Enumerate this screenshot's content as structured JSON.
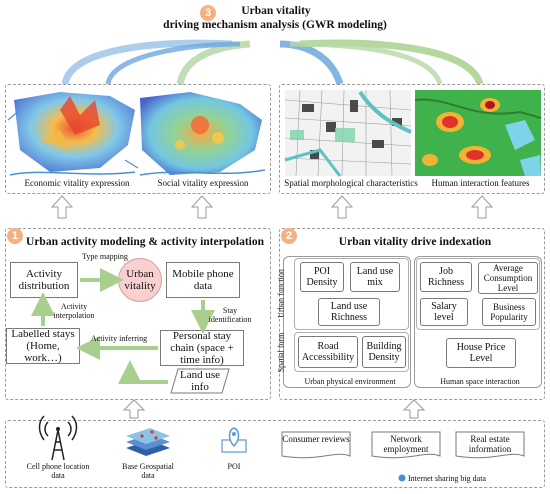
{
  "top": {
    "badge": "3",
    "title_line1": "Urban vitality",
    "title_line2": "driving mechanism analysis (GWR modeling)"
  },
  "maps": {
    "economic": "Economic vitality expression",
    "social": "Social vitality expression",
    "spatial": "Spatial morphological characteristics",
    "human": "Human interaction features"
  },
  "left_panel": {
    "badge": "1",
    "title": "Urban activity modeling & activity interpolation",
    "nodes": {
      "activity_distribution": "Activity distribution",
      "urban_vitality": "Urban vitality",
      "mobile_phone_data": "Mobile phone data",
      "labelled_stays": "Labelled stays (Home, work…)",
      "personal_stay_chain": "Personal stay chain (space + time info)",
      "land_use_info": "Land use info"
    },
    "edges": {
      "type_mapping": "Type mapping",
      "stay_identification": "Stay identification",
      "activity_interpolation": "Activity interpolation",
      "activity_inferring": "Activity inferring"
    }
  },
  "right_panel": {
    "badge": "2",
    "title": "Urban vitality drive  indexation",
    "urban_function_label": "Urban function",
    "spatial_form_label": "Spatial form",
    "physical_caption": "Urban physical environment",
    "human_caption": "Human space interaction",
    "indicators": {
      "poi_density": "POI Density",
      "land_use_mix": "Land use mix",
      "land_use_richness": "Land use Richness",
      "road_accessibility": "Road Accessibility",
      "building_density": "Building Density",
      "job_richness": "Job Richness",
      "avg_consumption": "Average Consumption Level",
      "salary_level": "Salary level",
      "business_popularity": "Business Popularity",
      "house_price": "House Price Level"
    }
  },
  "bottom": {
    "cell_phone": "Cell phone location data",
    "geospatial": "Base Geospatial data",
    "poi": "POI",
    "consumer_reviews": "Consumer reviews",
    "network_employment": "Network employment",
    "real_estate": "Real estate information",
    "internet_caption": "Internet sharing big data"
  },
  "colors": {
    "accent_orange": "#f4b183",
    "urban_vitality_fill": "#f8d0d0",
    "arrow_blue": "#6fa8dc",
    "arrow_green": "#a9d18e"
  }
}
